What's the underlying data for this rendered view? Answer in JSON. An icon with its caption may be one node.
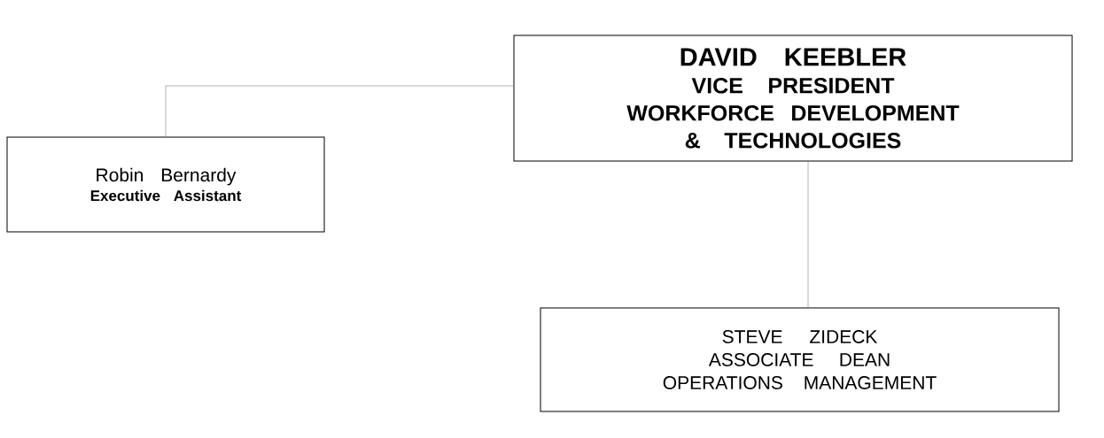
{
  "diagram": {
    "nodes": [
      {
        "text": [
          "DAVID KEEBLER",
          "VICE PRESIDENT",
          "WORKFORCE DEVELOPMENT & TECHNOLOGIES"
        ]
      },
      {
        "text": [
          "Robin Bernardy",
          "Executive Assistant"
        ]
      },
      {
        "text": [
          "STEVE ZIDECK",
          "ASSOCIATE DEAN",
          "OPERATIONS MANAGEMENT"
        ]
      }
    ],
    "edges": [
      {
        "from": 0,
        "to": 1,
        "arrow": "none"
      },
      {
        "from": 0,
        "to": 2,
        "arrow": "none"
      }
    ]
  }
}
